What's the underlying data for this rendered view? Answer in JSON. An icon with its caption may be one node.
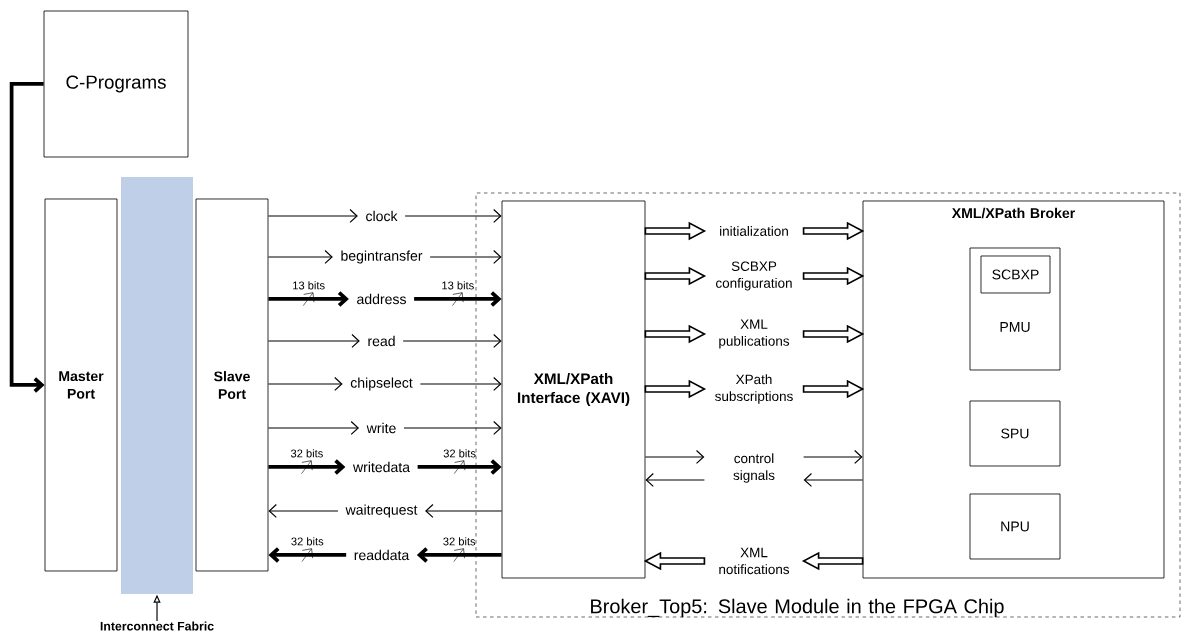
{
  "diagram": {
    "nodes": [
      {
        "text": [
          "C-Programs"
        ]
      },
      {
        "text": [
          "Master Port"
        ]
      },
      {
        "text": [],
        "shape": "bar"
      },
      {
        "text": [
          "Slave Port"
        ]
      },
      {
        "text": [
          "Broker_Top5: Slave Module in the FPGA Chip"
        ]
      },
      {
        "text": [
          "XML/XPath Interface (XAVI)"
        ],
        "in": 4
      },
      {
        "text": [
          "XML/XPath Broker"
        ],
        "in": 4
      },
      {
        "text": [
          "PMU"
        ],
        "in": 6
      },
      {
        "text": [
          "SCBXP"
        ],
        "in": 7
      },
      {
        "text": [
          "SPU"
        ],
        "in": 6
      },
      {
        "text": [
          "NPU"
        ],
        "in": 6
      },
      {
        "text": [
          "clock"
        ]
      },
      {
        "text": [
          "begintransfer"
        ]
      },
      {
        "text": [
          "address"
        ]
      },
      {
        "text": [
          "read"
        ]
      },
      {
        "text": [
          "chipselect"
        ]
      },
      {
        "text": [
          "write"
        ]
      },
      {
        "text": [
          "writedata"
        ]
      },
      {
        "text": [
          "waitrequest"
        ]
      },
      {
        "text": [
          "readdata"
        ]
      },
      {
        "text": [
          "initialization"
        ],
        "in": 4
      },
      {
        "text": [
          "SCBXP configuration"
        ],
        "in": 4
      },
      {
        "text": [
          "XML publications"
        ],
        "in": 4
      },
      {
        "text": [
          "XPath subscriptions"
        ],
        "in": 4
      },
      {
        "text": [
          "control signals"
        ],
        "in": 4
      },
      {
        "text": [
          "XML notifications"
        ],
        "in": 4
      },
      {
        "text": [
          "Interconnect Fabric"
        ]
      }
    ],
    "edges": [
      {
        "from": 0,
        "to": 1,
        "arrow": "to",
        "style": "thick"
      },
      {
        "from": 26,
        "to": 2,
        "arrow": "to"
      },
      {
        "from": 3,
        "to": 11,
        "arrow": "to"
      },
      {
        "from": 11,
        "to": 5,
        "arrow": "to"
      },
      {
        "from": 3,
        "to": 12,
        "arrow": "to"
      },
      {
        "from": 12,
        "to": 5,
        "arrow": "to"
      },
      {
        "from": 3,
        "to": 13,
        "arrow": "to",
        "style": "thick",
        "label": "13 bits"
      },
      {
        "from": 13,
        "to": 5,
        "arrow": "to",
        "style": "thick",
        "label": "13 bits"
      },
      {
        "from": 3,
        "to": 14,
        "arrow": "to"
      },
      {
        "from": 14,
        "to": 5,
        "arrow": "to"
      },
      {
        "from": 3,
        "to": 15,
        "arrow": "to"
      },
      {
        "from": 15,
        "to": 5,
        "arrow": "to"
      },
      {
        "from": 3,
        "to": 16,
        "arrow": "to"
      },
      {
        "from": 16,
        "to": 5,
        "arrow": "to"
      },
      {
        "from": 3,
        "to": 17,
        "arrow": "to",
        "style": "thick",
        "label": "32 bits"
      },
      {
        "from": 17,
        "to": 5,
        "arrow": "to",
        "style": "thick",
        "label": "32 bits"
      },
      {
        "from": 5,
        "to": 18,
        "arrow": "to"
      },
      {
        "from": 18,
        "to": 3,
        "arrow": "to"
      },
      {
        "from": 5,
        "to": 19,
        "arrow": "to",
        "style": "thick",
        "label": "32 bits"
      },
      {
        "from": 19,
        "to": 3,
        "arrow": "to",
        "style": "thick",
        "label": "32 bits"
      },
      {
        "from": 5,
        "to": 20,
        "arrow": "to",
        "style": "thick"
      },
      {
        "from": 20,
        "to": 6,
        "arrow": "to",
        "style": "thick"
      },
      {
        "from": 5,
        "to": 21,
        "arrow": "to",
        "style": "thick"
      },
      {
        "from": 21,
        "to": 6,
        "arrow": "to",
        "style": "thick"
      },
      {
        "from": 5,
        "to": 22,
        "arrow": "to",
        "style": "thick"
      },
      {
        "from": 22,
        "to": 6,
        "arrow": "to",
        "style": "thick"
      },
      {
        "from": 5,
        "to": 23,
        "arrow": "to",
        "style": "thick"
      },
      {
        "from": 23,
        "to": 6,
        "arrow": "to",
        "style": "thick"
      },
      {
        "from": 5,
        "to": 24,
        "arrow": "to"
      },
      {
        "from": 24,
        "to": 6,
        "arrow": "to"
      },
      {
        "from": 6,
        "to": 24,
        "arrow": "to"
      },
      {
        "from": 24,
        "to": 5,
        "arrow": "to"
      },
      {
        "from": 6,
        "to": 25,
        "arrow": "to",
        "style": "thick"
      },
      {
        "from": 25,
        "to": 5,
        "arrow": "to",
        "style": "thick"
      }
    ]
  }
}
